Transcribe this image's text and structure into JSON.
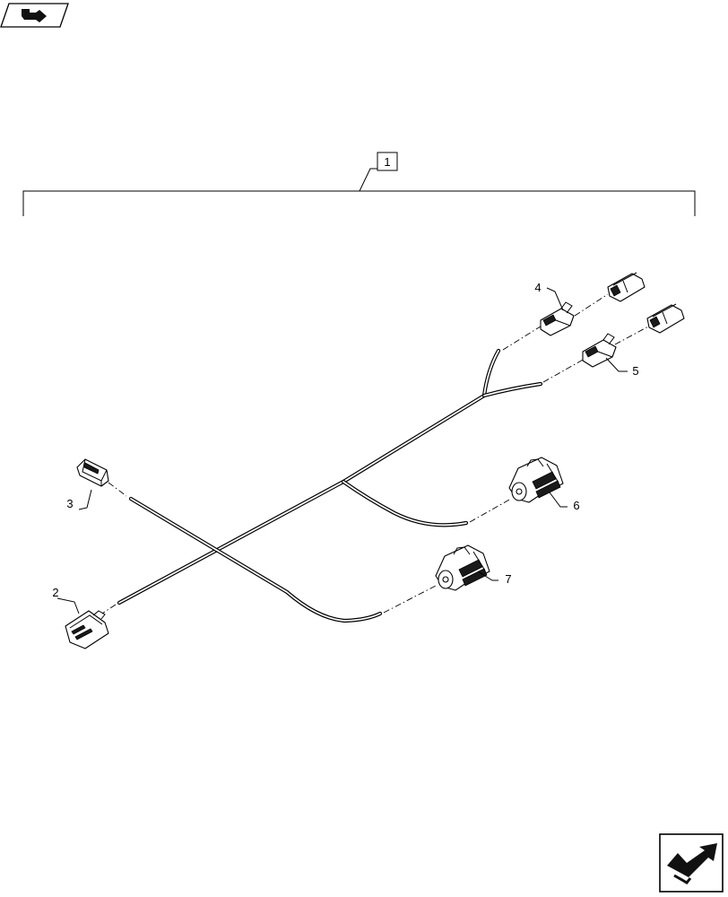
{
  "icons": {
    "top_left": "page-turn-arrow-icon",
    "bottom_right": "page-turn-arrow-icon"
  },
  "callouts": {
    "assembly": "1",
    "connector_2": "2",
    "connector_3": "3",
    "connector_4": "4",
    "connector_5": "5",
    "connector_6": "6",
    "connector_7": "7"
  }
}
